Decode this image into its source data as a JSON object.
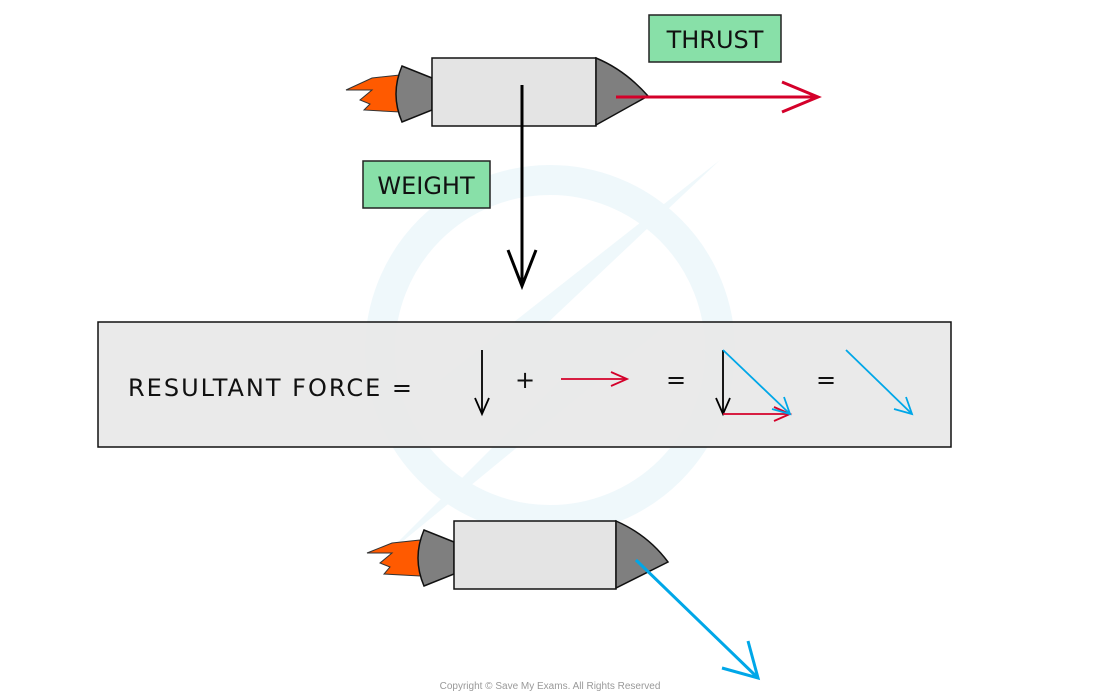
{
  "labels": {
    "thrust": "THRUST",
    "weight": "WEIGHT"
  },
  "equation": {
    "text": "RESULTANT FORCE =",
    "plus": "+",
    "equals1": "=",
    "equals2": "="
  },
  "copyright": "Copyright © Save My Exams. All Rights Reserved",
  "colors": {
    "thrust": "#d4002a",
    "weight": "#000000",
    "resultant": "#00a7e8",
    "label_bg": "#88e0a8",
    "rocket_body": "#e4e4e4",
    "rocket_cone": "#7f7f7f",
    "flame": "#ff5a00",
    "panel_bg": "#e8e8e8"
  }
}
